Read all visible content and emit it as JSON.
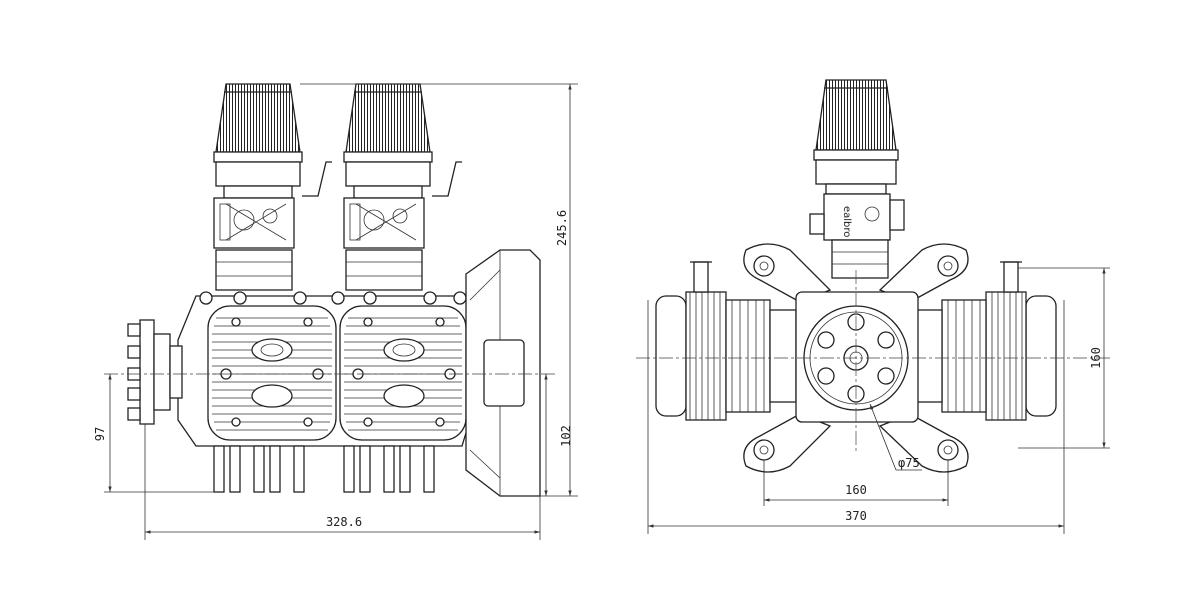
{
  "dimensions": {
    "side_height": "245.6",
    "side_shaft_height": "97",
    "side_mount_height": "102",
    "side_length": "328.6",
    "front_height": "160",
    "front_mount_width": "160",
    "front_width": "370",
    "front_hub_diameter": "φ75"
  },
  "logo": "ealbro"
}
